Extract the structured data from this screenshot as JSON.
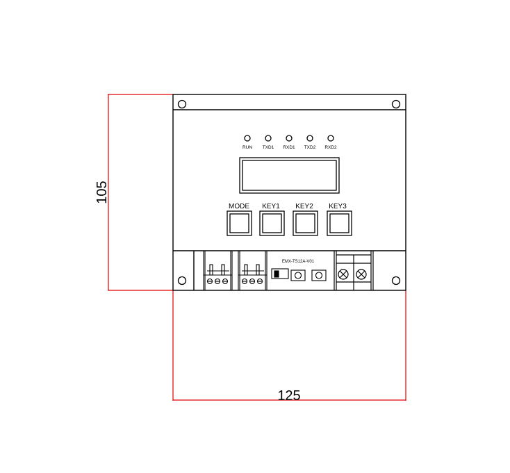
{
  "dimensions": {
    "height_value": "105",
    "width_value": "125",
    "dimension_line_color": "#e00000"
  },
  "panel": {
    "leds": [
      "RUN",
      "TXD1",
      "RXD1",
      "TXD2",
      "RXD2"
    ],
    "keys": [
      "MODE",
      "KEY1",
      "KEY2",
      "KEY3"
    ],
    "board_label": "EMX-TS12A-V01"
  }
}
